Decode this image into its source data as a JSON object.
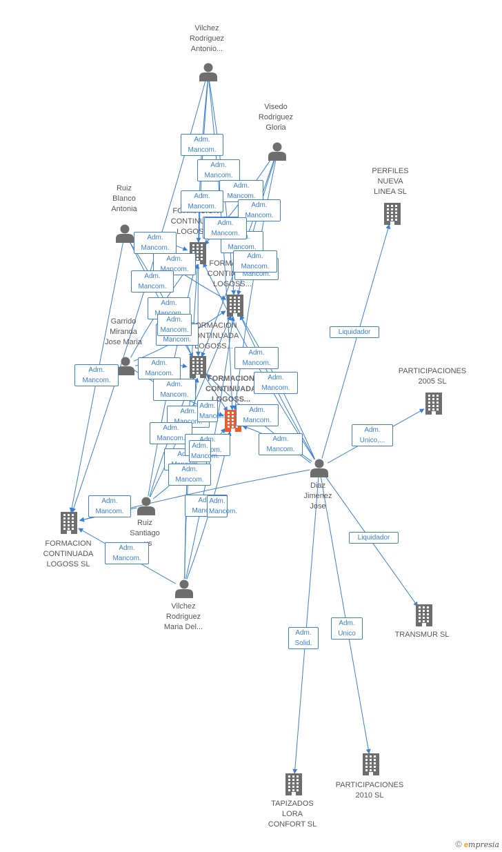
{
  "colors": {
    "edge": "#3a7fd5",
    "icon": "#6e6e6e",
    "focus_icon": "#ee5b2c"
  },
  "persons": [
    {
      "id": "p_vilchez_antonio",
      "name": "Vilchez\nRodriguez\nAntonio..."
    },
    {
      "id": "p_visedo",
      "name": "Visedo\nRodriguez\nGloria"
    },
    {
      "id": "p_ruiz_blanco",
      "name": "Ruiz\nBlanco\nAntonia"
    },
    {
      "id": "p_garrido",
      "name": "Garrido\nMiranda\nJose Maria"
    },
    {
      "id": "p_ruiz_santiago",
      "name": "Ruiz\nSantiago\n...us"
    },
    {
      "id": "p_vilchez_maria",
      "name": "Vilchez\nRodriguez\nMaria Del..."
    },
    {
      "id": "p_diaz",
      "name": "Diaz\nJimenez\nJose"
    }
  ],
  "companies": [
    {
      "id": "c_focus",
      "name": "FORMACION\nCONTINUADA\nLOGOSS...",
      "focus": true
    },
    {
      "id": "c_fcl_1",
      "name": "FORMACION\nCONTINUADA\nLOGOSS..."
    },
    {
      "id": "c_fcl_2",
      "name": "FORMACION\nCONTINUADA\nLOGOSS..."
    },
    {
      "id": "c_fcl_3",
      "name": "FORMACION\nCONTINUADA\nLOGOSS..."
    },
    {
      "id": "c_fcl_sl",
      "name": "FORMACION\nCONTINUADA\nLOGOSS SL"
    },
    {
      "id": "c_perfiles",
      "name": "PERFILES\nNUEVA\nLINEA SL"
    },
    {
      "id": "c_part2005",
      "name": "PARTICIPACIONES\n2005 SL"
    },
    {
      "id": "c_transmur",
      "name": "TRANSMUR SL"
    },
    {
      "id": "c_part2010",
      "name": "PARTICIPACIONES\n2010 SL"
    },
    {
      "id": "c_tapizados",
      "name": "TAPIZADOS\nLORA\nCONFORT SL"
    }
  ],
  "relations": [
    {
      "label": "Adm.\nMancom."
    },
    {
      "label": "Adm.\nMancom."
    },
    {
      "label": "Adm.\nMancom."
    },
    {
      "label": "Adm.\nMancom."
    },
    {
      "label": "Adm.\nMancom."
    },
    {
      "label": "Adm.\nMancom."
    },
    {
      "label": "Adm.\nMancom."
    },
    {
      "label": "Adm.\nMancom."
    },
    {
      "label": "Adm.\nMancom."
    },
    {
      "label": "Adm.\nMancom."
    },
    {
      "label": "Adm.\nMancom."
    },
    {
      "label": "Adm.\nMancom."
    },
    {
      "label": "Adm.\nMancom."
    },
    {
      "label": "Adm.\nMancom."
    },
    {
      "label": "Adm.\nMancom."
    },
    {
      "label": "Adm.\nMancom."
    },
    {
      "label": "Adm.\nMancom."
    },
    {
      "label": "Adm.\nMancom."
    },
    {
      "label": "Adm.\nMancom."
    },
    {
      "label": "Adm.\nMancom."
    },
    {
      "label": "Adm.\nMancom."
    },
    {
      "label": "Adm.\nMancom."
    },
    {
      "label": "Adm.\nMancom."
    },
    {
      "label": "Adm.\nMancom."
    },
    {
      "label": "Adm.\nMancom."
    },
    {
      "label": "Adm.\nMancom."
    },
    {
      "label": "Adm.\nMancom."
    },
    {
      "label": "Adm.\nMancom."
    },
    {
      "label": "Adm.\nMancom."
    },
    {
      "label": "Adm.\nMancom."
    },
    {
      "label": "Adm.\nMancom."
    },
    {
      "label": "Adm.\nMancom."
    },
    {
      "label": "Adm.\nMancom."
    },
    {
      "label": "Adm.\nMancom."
    },
    {
      "label": "Liquidador"
    },
    {
      "label": "Adm.\nUnico,..."
    },
    {
      "label": "Liquidador"
    },
    {
      "label": "Adm.\nUnico"
    },
    {
      "label": "Adm.\nSolid."
    }
  ],
  "footer": {
    "copyright": "©",
    "brand_initial": "e",
    "brand_rest": "mpresia"
  }
}
